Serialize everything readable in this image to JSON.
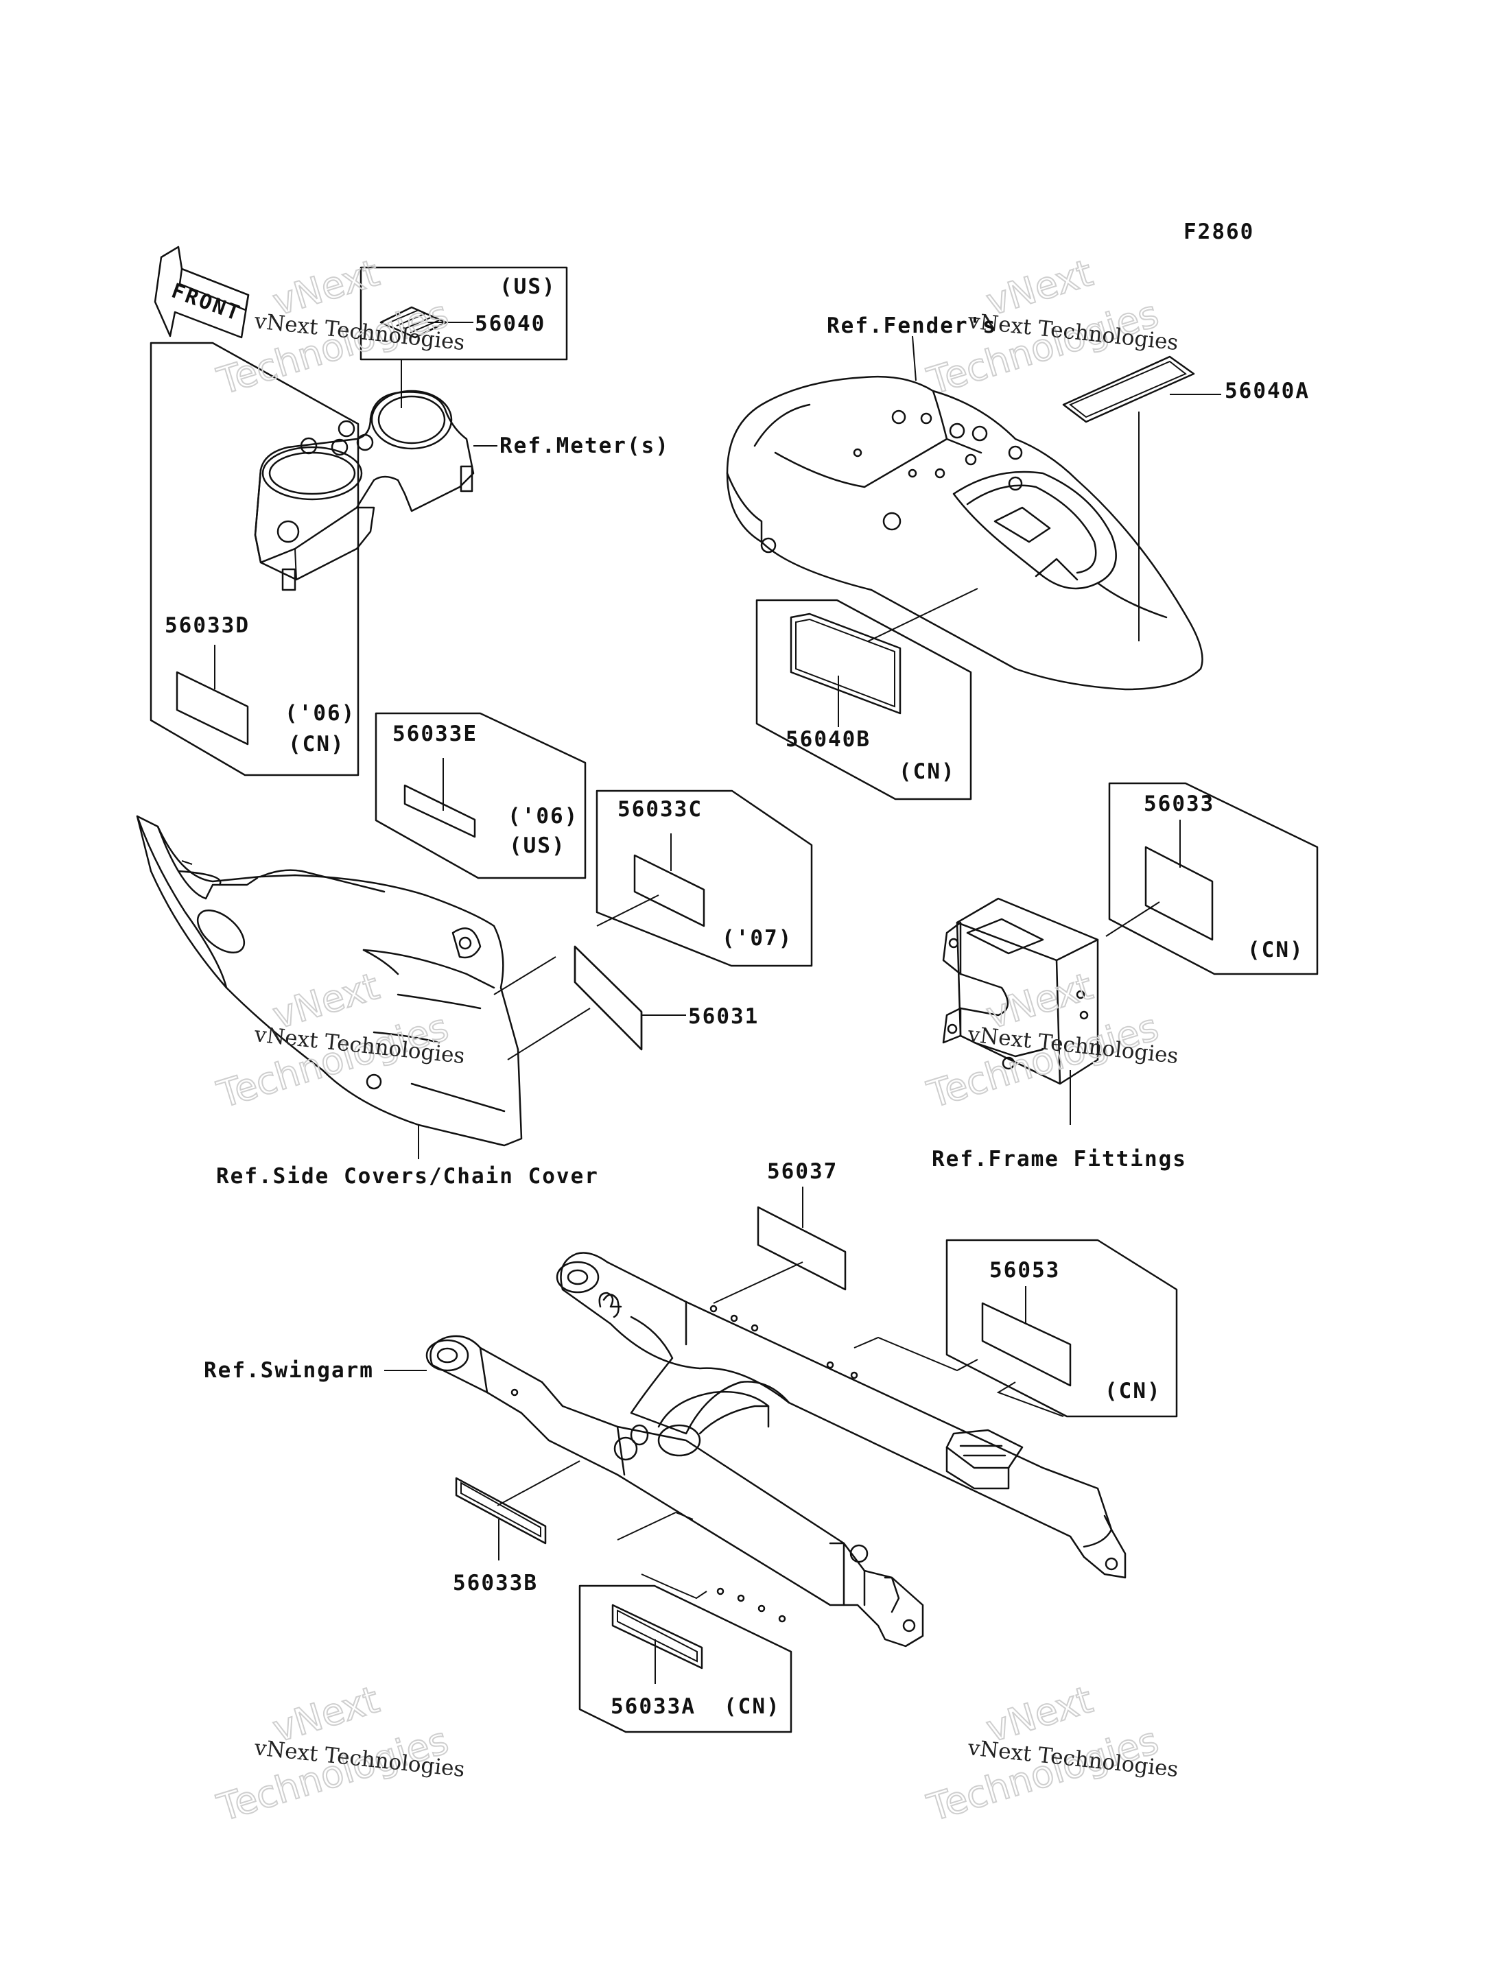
{
  "figure_code": "F2860",
  "front_label": "FRONT",
  "watermark": {
    "line1": "vNext Technologies",
    "line2": "vNext",
    "line3": "Technologies"
  },
  "labels": {
    "us_1": "(US)",
    "p56040": "56040",
    "ref_meter": "Ref.Meter(s)",
    "ref_fender": "Ref.Fender's",
    "p56040A": "56040A",
    "p56033D": "56033D",
    "y06_1": "('06)",
    "cn_1": "(CN)",
    "p56033E": "56033E",
    "y06_2": "('06)",
    "us_2": "(US)",
    "p56040B": "56040B",
    "cn_2": "(CN)",
    "p56033C": "56033C",
    "y07": "('07)",
    "p56031": "56031",
    "p56033": "56033",
    "cn_3": "(CN)",
    "ref_side_covers": "Ref.Side Covers/Chain Cover",
    "ref_frame_fittings": "Ref.Frame Fittings",
    "p56037": "56037",
    "p56053": "56053",
    "cn_4": "(CN)",
    "ref_swingarm": "Ref.Swingarm",
    "p56033B": "56033B",
    "p56033A": "56033A",
    "cn_5": "(CN)"
  }
}
